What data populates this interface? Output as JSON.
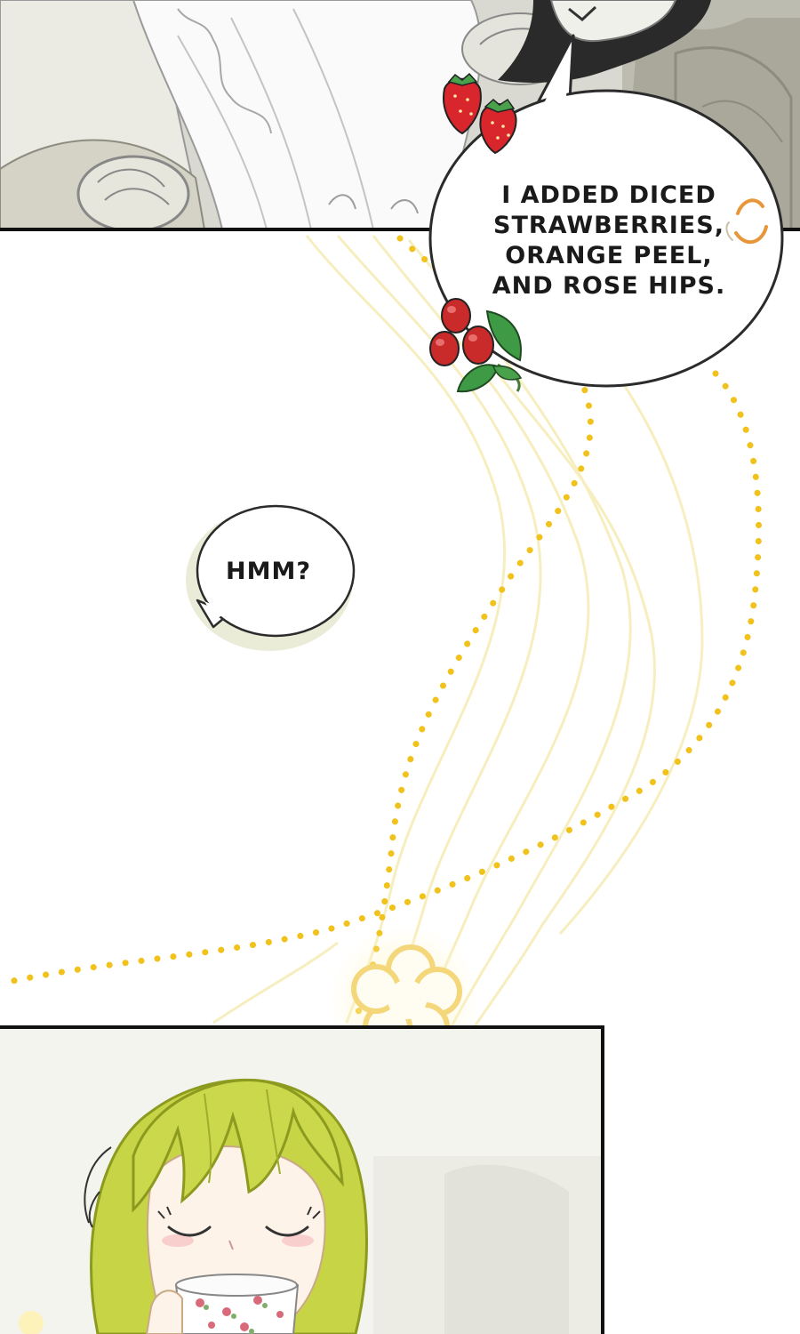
{
  "dialogue": {
    "speech_1_lines": [
      "I ADDED DICED",
      "STRAWBERRIES,",
      "ORANGE PEEL,",
      "AND ROSE HIPS."
    ],
    "speech_2": "HMM?"
  },
  "colors": {
    "dots": "#f1c21b",
    "glow_lines": "#f5e7a3",
    "hair": "#c9d64a",
    "strawberry": "#d8262c",
    "rosehip": "#c92a2a",
    "leaf": "#3f9a45",
    "orange_peel": "#e89a3c",
    "panel_border": "#111111"
  }
}
